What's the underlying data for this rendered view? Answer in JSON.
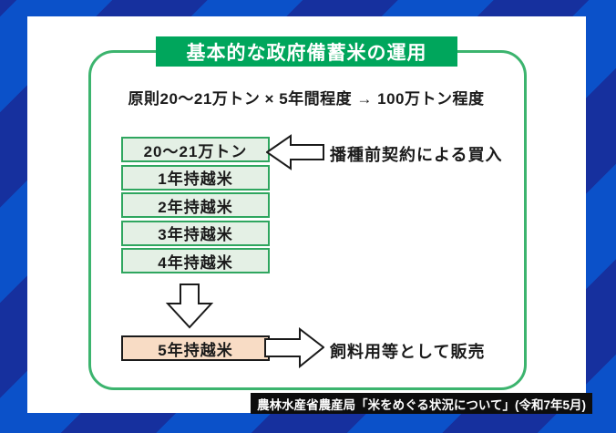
{
  "colors": {
    "stripe_bright": "#0b51c9",
    "stripe_dark": "#16309e",
    "banner_bg": "#00a65c",
    "panel_border": "#3cb46e",
    "box_fill": "#e4f0e5",
    "box_border": "#2fa65f",
    "sell_fill": "#f8dcc5"
  },
  "panel": {
    "title": "基本的な政府備蓄米の運用",
    "formula": "原則20〜21万トン × 5年間程度 → 100万トン程度"
  },
  "stack": {
    "boxes": [
      "20〜21万トン",
      "1年持越米",
      "2年持越米",
      "3年持越米",
      "4年持越米"
    ]
  },
  "buy_annotation": "播種前契約による買入",
  "sell": {
    "box_label": "5年持越米",
    "annotation": "飼料用等として販売"
  },
  "source": "農林水産省農産局「米をめぐる状況について」(令和7年5月)"
}
